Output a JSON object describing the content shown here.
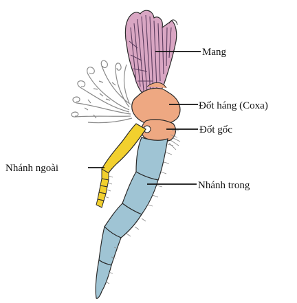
{
  "labels": {
    "gill": "Mang",
    "coxa": "Đốt háng (Coxa)",
    "basis": "Đốt gốc",
    "exopod": "Nhánh ngoài",
    "endopod": "Nhánh trong"
  },
  "colors": {
    "gill_pink": "#d9a6c3",
    "gill_stripe": "#5b3c5e",
    "segment_orange": "#eea882",
    "exopod_yellow": "#f2d02e",
    "endopod_blue": "#9fc4d4",
    "outline": "#2a2a2a",
    "setae": "#8a8a8a"
  },
  "icons": {
    "gill": "feathery-gill-icon",
    "setae": "plumose-setae-icon"
  }
}
